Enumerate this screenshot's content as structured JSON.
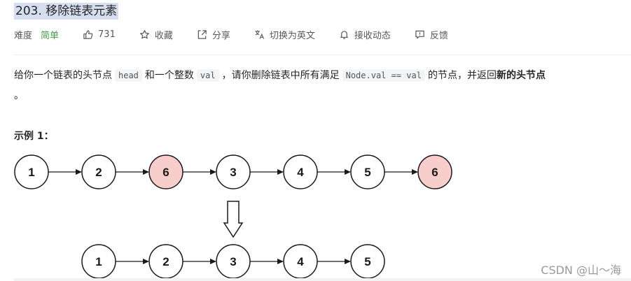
{
  "title": "203. 移除链表元素",
  "meta": {
    "difficulty_label": "难度",
    "difficulty_value": "简单",
    "likes": "731",
    "favorite_label": "收藏",
    "share_label": "分享",
    "translate_label": "切换为英文",
    "notify_label": "接收动态",
    "feedback_label": "反馈"
  },
  "description": {
    "p1": "给你一个链表的头节点",
    "code_head": "head",
    "p2": "和一个整数",
    "code_val": "val",
    "p3": "，请你删除链表中所有满足",
    "code_cond": "Node.val == val",
    "p4": "的节点，并返回",
    "bold": "新的头节点",
    "line2": "。"
  },
  "example": {
    "title": "示例 1：",
    "input_nodes": [
      {
        "value": "1",
        "removed": false
      },
      {
        "value": "2",
        "removed": false
      },
      {
        "value": "6",
        "removed": true
      },
      {
        "value": "3",
        "removed": false
      },
      {
        "value": "4",
        "removed": false
      },
      {
        "value": "5",
        "removed": false
      },
      {
        "value": "6",
        "removed": true
      }
    ],
    "output_nodes": [
      "1",
      "2",
      "3",
      "4",
      "5"
    ]
  },
  "colors": {
    "removed_fill": "#f8cecc",
    "normal_fill": "#ffffff",
    "difficulty": "#43a047"
  },
  "watermark": "CSDN @山～海"
}
